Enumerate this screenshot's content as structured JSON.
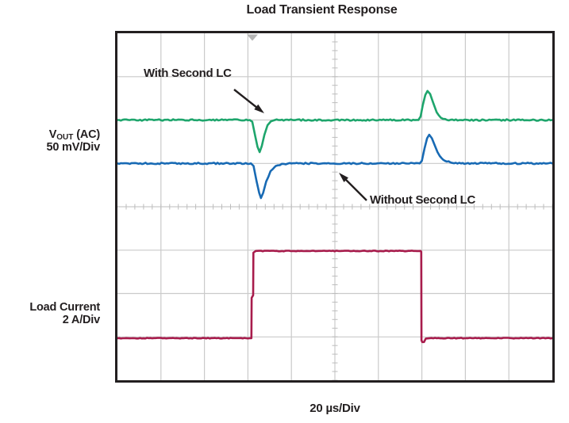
{
  "title": "Load Transient Response",
  "labels": {
    "vout_prefix": "V",
    "vout_sub": "OUT",
    "vout_suffix": " (AC)",
    "vout_scale": "50 mV/Div",
    "load_name": "Load Current",
    "load_scale": "2 A/Div",
    "time_per_div": "20 µs/Div"
  },
  "annotations": [
    {
      "text": "With Second LC",
      "points_to": "green trace transient dip"
    },
    {
      "text": "Without Second LC",
      "points_to": "blue trace"
    }
  ],
  "colors": {
    "green_trace": "#1EA56C",
    "blue_trace": "#186AB4",
    "red_trace": "#A81C4C",
    "grid": "#CACACA",
    "minor_tick": "#BDBDBD",
    "border": "#231F20",
    "text": "#231F20",
    "trigger_marker": "#B5B5B5",
    "background": "#FFFFFF"
  },
  "chart_data": {
    "type": "line",
    "title": "Load Transient Response",
    "style": "oscilloscope",
    "grid": "on",
    "divisions_x": 10,
    "divisions_y": 8,
    "x_axis": {
      "per_div": "20 µs",
      "label": "20 µs/Div",
      "total_span_us": 200
    },
    "y_axes": [
      {
        "applies_to": [
          "with-second-lc",
          "without-second-lc"
        ],
        "label": "VOUT (AC)",
        "per_div": "50 mV"
      },
      {
        "applies_to": [
          "load-current"
        ],
        "label": "Load Current",
        "per_div": "2 A"
      }
    ],
    "note": "points_div are [x_divisions_from_left, y_divisions_from_top] read off the scope graticule",
    "series": [
      {
        "id": "with-second-lc",
        "name": "VOUT (AC) — With Second LC",
        "color": "#1EA56C",
        "jitter": 0.9,
        "points_div": [
          [
            0,
            2.0
          ],
          [
            3.04,
            2.0
          ],
          [
            3.1,
            2.04
          ],
          [
            3.17,
            2.38
          ],
          [
            3.22,
            2.62
          ],
          [
            3.27,
            2.74
          ],
          [
            3.32,
            2.6
          ],
          [
            3.38,
            2.34
          ],
          [
            3.45,
            2.12
          ],
          [
            3.53,
            2.03
          ],
          [
            3.62,
            2.0
          ],
          [
            6.92,
            2.0
          ],
          [
            6.97,
            1.92
          ],
          [
            7.02,
            1.66
          ],
          [
            7.08,
            1.42
          ],
          [
            7.13,
            1.33
          ],
          [
            7.19,
            1.4
          ],
          [
            7.26,
            1.6
          ],
          [
            7.34,
            1.82
          ],
          [
            7.44,
            1.95
          ],
          [
            7.58,
            2.0
          ],
          [
            10,
            2.0
          ]
        ]
      },
      {
        "id": "without-second-lc",
        "name": "VOUT (AC) — Without Second LC",
        "color": "#186AB4",
        "jitter": 0.9,
        "points_div": [
          [
            0,
            3.0
          ],
          [
            3.07,
            3.0
          ],
          [
            3.13,
            3.06
          ],
          [
            3.2,
            3.42
          ],
          [
            3.26,
            3.68
          ],
          [
            3.3,
            3.8
          ],
          [
            3.35,
            3.68
          ],
          [
            3.42,
            3.42
          ],
          [
            3.52,
            3.18
          ],
          [
            3.64,
            3.06
          ],
          [
            3.78,
            3.01
          ],
          [
            4.0,
            3.0
          ],
          [
            6.95,
            3.0
          ],
          [
            7.0,
            2.94
          ],
          [
            7.06,
            2.66
          ],
          [
            7.12,
            2.42
          ],
          [
            7.17,
            2.34
          ],
          [
            7.23,
            2.42
          ],
          [
            7.31,
            2.62
          ],
          [
            7.41,
            2.83
          ],
          [
            7.53,
            2.94
          ],
          [
            7.7,
            2.99
          ],
          [
            7.9,
            3.0
          ],
          [
            10,
            3.0
          ]
        ]
      },
      {
        "id": "load-current",
        "name": "Load Current",
        "color": "#A81C4C",
        "jitter": 0.45,
        "points_div": [
          [
            0,
            7.03
          ],
          [
            3.08,
            7.03
          ],
          [
            3.085,
            6.1
          ],
          [
            3.12,
            6.04
          ],
          [
            3.125,
            5.06
          ],
          [
            3.18,
            5.02
          ],
          [
            6.97,
            5.02
          ],
          [
            6.985,
            5.04
          ],
          [
            6.99,
            7.08
          ],
          [
            7.01,
            7.12
          ],
          [
            7.05,
            7.12
          ],
          [
            7.09,
            7.04
          ],
          [
            7.18,
            7.03
          ],
          [
            10,
            7.03
          ]
        ]
      }
    ],
    "readings": {
      "load_step": "4 A (2 divisions at 2 A/Div), pulse width ≈ 3.9 div ≈ 78 µs",
      "green_dip": "≈ -0.74 div ≈ -37 mV",
      "blue_dip": "≈ -0.80 div ≈ -40 mV",
      "green_overshoot": "≈ +0.67 div ≈ +33 mV",
      "blue_overshoot": "≈ +0.66 div ≈ +33 mV",
      "trigger_marker_x_div": 3.1
    }
  }
}
